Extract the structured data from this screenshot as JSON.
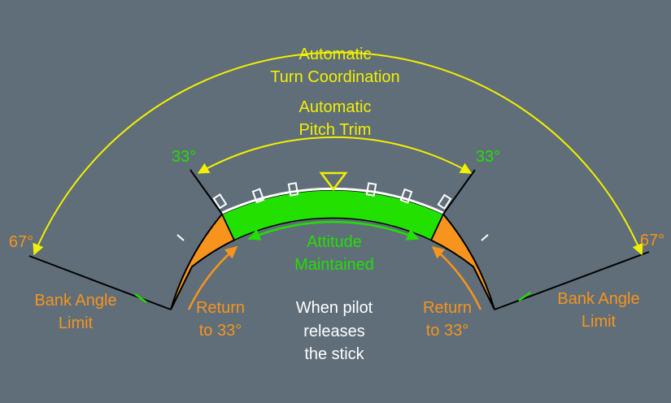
{
  "labels": {
    "turn_coord_line1": "Automatic",
    "turn_coord_line2": "Turn Coordination",
    "pitch_trim_line1": "Automatic",
    "pitch_trim_line2": "Pitch Trim",
    "angle_33_left": "33°",
    "angle_33_right": "33°",
    "angle_67_left": "67°",
    "angle_67_right": "67°",
    "attitude_line1": "Attitude",
    "attitude_line2": "Maintained",
    "bank_limit_left_line1": "Bank Angle",
    "bank_limit_left_line2": "Limit",
    "bank_limit_right_line1": "Bank Angle",
    "bank_limit_right_line2": "Limit",
    "return_left_line1": "Return",
    "return_left_line2": "to 33°",
    "return_right_line1": "Return",
    "return_right_line2": "to 33°",
    "pilot_line1": "When pilot",
    "pilot_line2": "releases",
    "pilot_line3": "the stick"
  },
  "colors": {
    "background": "#5f6e79",
    "yellow": "#f2f000",
    "green": "#22e000",
    "orange": "#f7941d",
    "white": "#ffffff",
    "black": "#000000"
  }
}
